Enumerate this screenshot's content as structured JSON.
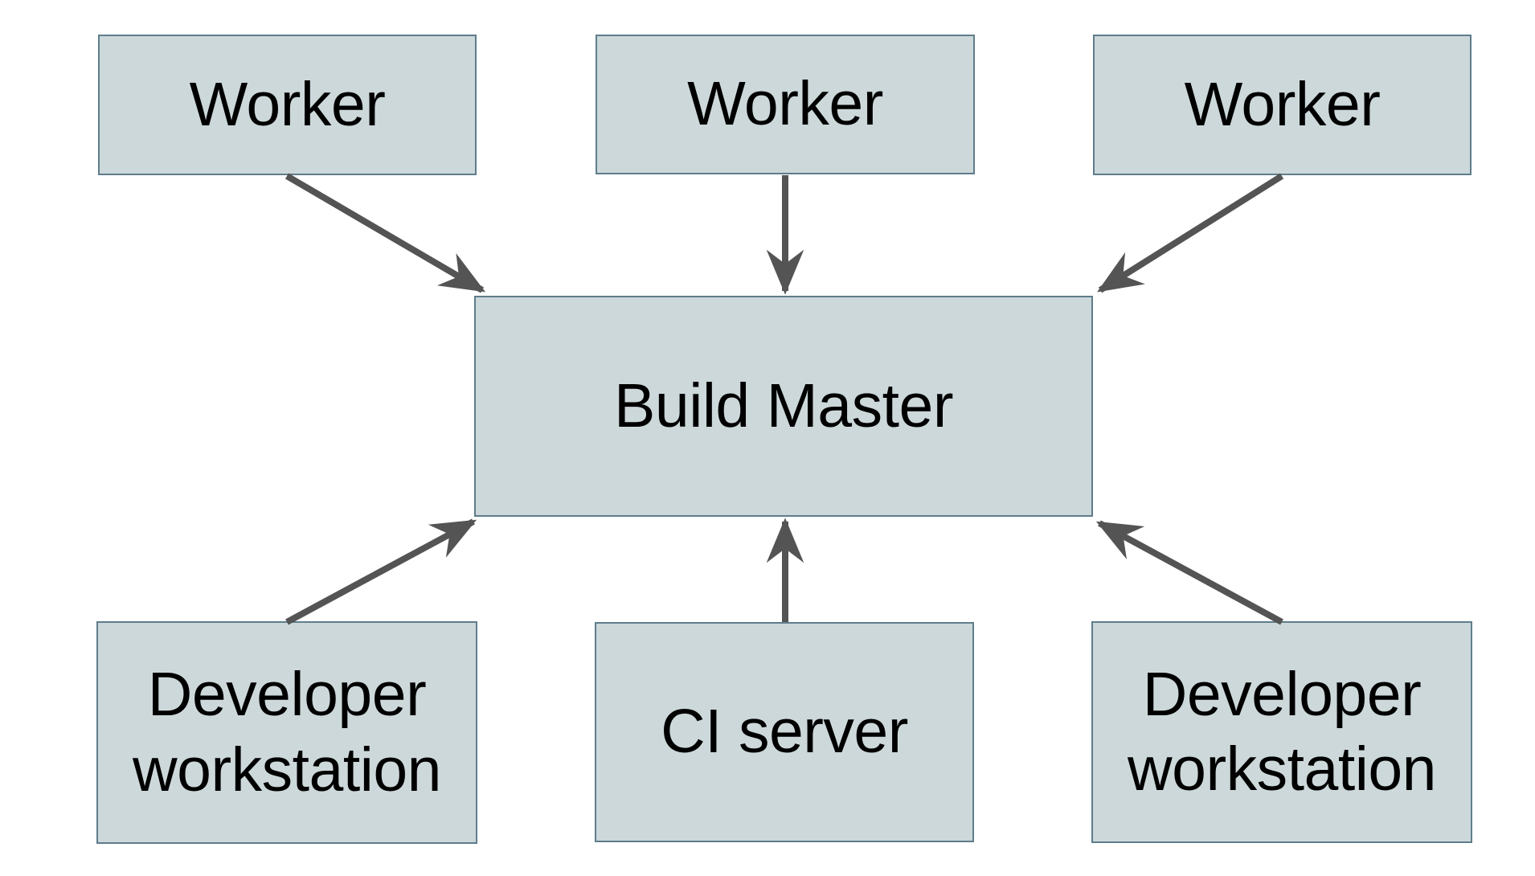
{
  "diagram": {
    "description": "Build system architecture diagram",
    "colors": {
      "background": "#ffffff",
      "node_fill": "#cdd8da",
      "node_border": "#5e7d8b",
      "arrow": "#545454",
      "text": "#000000"
    },
    "nodes": [
      {
        "id": "worker-1",
        "label": "Worker"
      },
      {
        "id": "worker-2",
        "label": "Worker"
      },
      {
        "id": "worker-3",
        "label": "Worker"
      },
      {
        "id": "build-master",
        "label": "Build Master"
      },
      {
        "id": "dev-left",
        "label": "Developer workstation"
      },
      {
        "id": "ci-server",
        "label": "CI server"
      },
      {
        "id": "dev-right",
        "label": "Developer workstation"
      }
    ],
    "edges": [
      {
        "from": "worker-1",
        "to": "build-master"
      },
      {
        "from": "worker-2",
        "to": "build-master"
      },
      {
        "from": "worker-3",
        "to": "build-master"
      },
      {
        "from": "dev-left",
        "to": "build-master"
      },
      {
        "from": "ci-server",
        "to": "build-master"
      },
      {
        "from": "dev-right",
        "to": "build-master"
      }
    ]
  }
}
